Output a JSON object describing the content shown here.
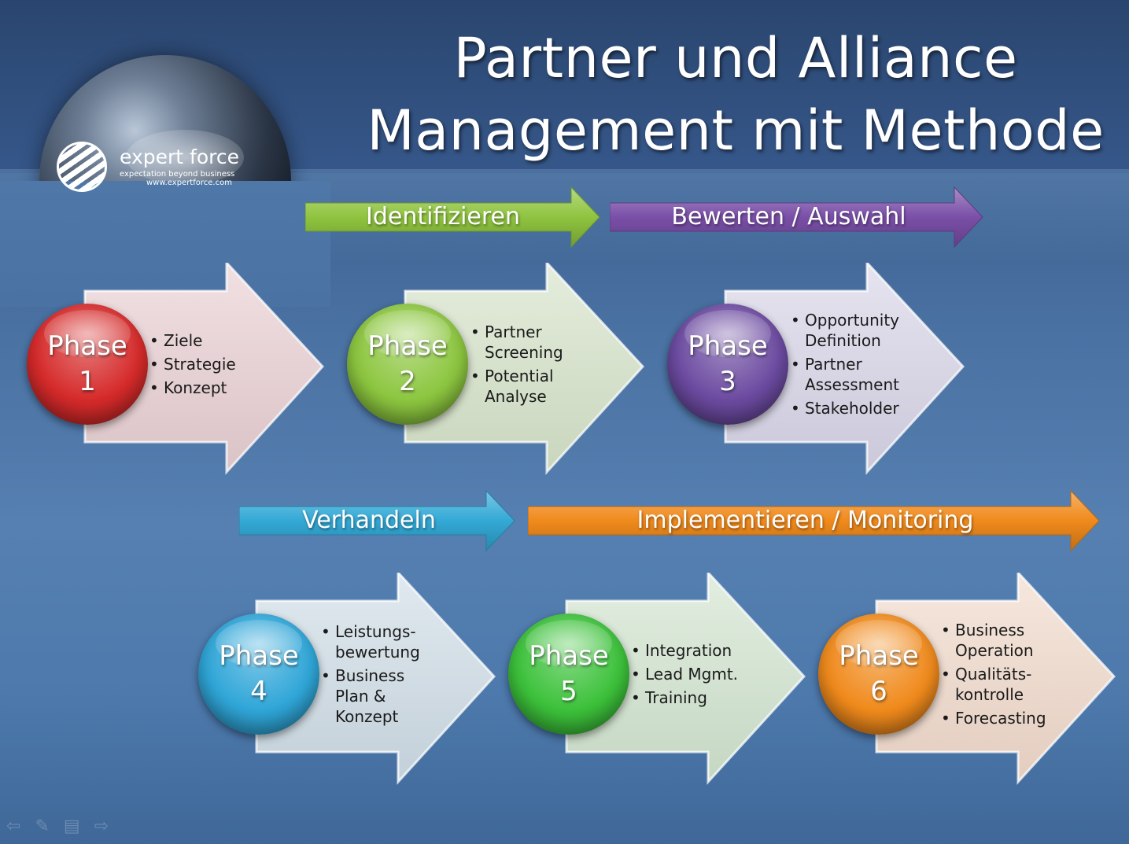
{
  "title": {
    "line1": "Partner und Alliance",
    "line2": "Management mit Methode"
  },
  "logo": {
    "name": "expert force",
    "tagline": "expectation beyond business",
    "url": "www.expertforce.com"
  },
  "stages": [
    {
      "label": "Identifizieren",
      "color": "#8fc43f"
    },
    {
      "label": "Bewerten / Auswahl",
      "color": "#7a4fa8"
    },
    {
      "label": "Verhandeln",
      "color": "#33a9d6"
    },
    {
      "label": "Implementieren / Monitoring",
      "color": "#f08a1c"
    }
  ],
  "phases": [
    {
      "word": "Phase",
      "number": "1",
      "orb_color": "#d62a2a",
      "arrow_color": "#e9cfd3",
      "bullets": [
        "Ziele",
        "Strategie",
        "Konzept"
      ]
    },
    {
      "word": "Phase",
      "number": "2",
      "orb_color": "#8cc63f",
      "arrow_color": "#d6e4c9",
      "bullets": [
        "Partner\nScreening",
        "Potential\nAnalyse"
      ]
    },
    {
      "word": "Phase",
      "number": "3",
      "orb_color": "#6b4aa0",
      "arrow_color": "#d8d5e8",
      "bullets": [
        "Opportunity\nDefinition",
        "Partner\nAssessment",
        "Stakeholder"
      ]
    },
    {
      "word": "Phase",
      "number": "4",
      "orb_color": "#2fa6d8",
      "arrow_color": "#cfdde7",
      "bullets": [
        "Leistungs-\nbewertung",
        "Business\nPlan &\nKonzept"
      ]
    },
    {
      "word": "Phase",
      "number": "5",
      "orb_color": "#3cc13a",
      "arrow_color": "#d2e5cf",
      "bullets": [
        "Integration",
        "Lead Mgmt.",
        "Training"
      ]
    },
    {
      "word": "Phase",
      "number": "6",
      "orb_color": "#f08a1c",
      "arrow_color": "#f1dacb",
      "bullets": [
        "Business\nOperation",
        "Qualitäts-\nkontrolle",
        "Forecasting"
      ]
    }
  ],
  "nav_icons": [
    "arrow-left-icon",
    "pen-icon",
    "menu-icon",
    "arrow-right-icon"
  ]
}
